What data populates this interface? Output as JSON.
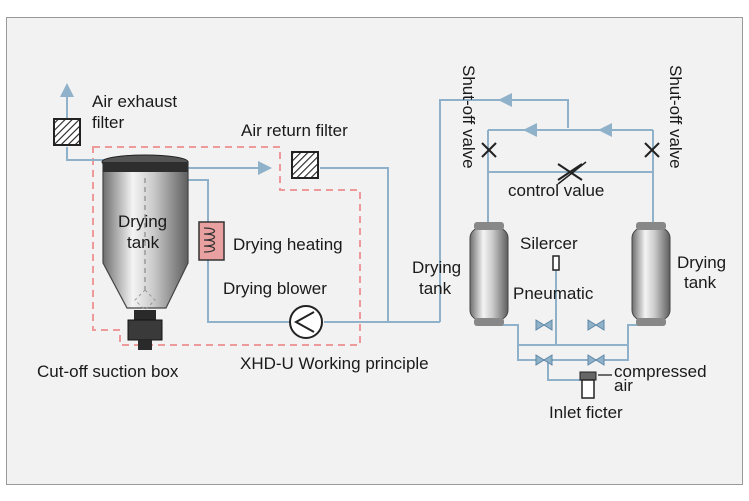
{
  "labels": {
    "air_exhaust_filter_1": "Air exhaust",
    "air_exhaust_filter_2": "filter",
    "air_return_filter": "Air return filter",
    "drying_tank_left_1": "Drying",
    "drying_tank_left_2": "tank",
    "drying_heating": "Drying heating",
    "drying_blower": "Drying blower",
    "cutoff_suction_box": "Cut-off suction box",
    "title": "XHD-U Working principle",
    "shutoff_valve_left": "Shut-off valve",
    "shutoff_valve_right": "Shut-off valve",
    "control_value": "control value",
    "silencer": "Silercer",
    "pneumatic": "Pneumatic",
    "drying_tank_mid_1": "Drying",
    "drying_tank_mid_2": "tank",
    "drying_tank_right_1": "Drying",
    "drying_tank_right_2": "tank",
    "compressed_air_1": "compressed",
    "compressed_air_2": "air",
    "inlet_filter": "Inlet ficter"
  },
  "colors": {
    "pipe": "#8fb1c9",
    "dashed_boundary": "#ef9a9a",
    "heater": "#e8a0a0",
    "tank_metal": "#b8b8b8"
  }
}
